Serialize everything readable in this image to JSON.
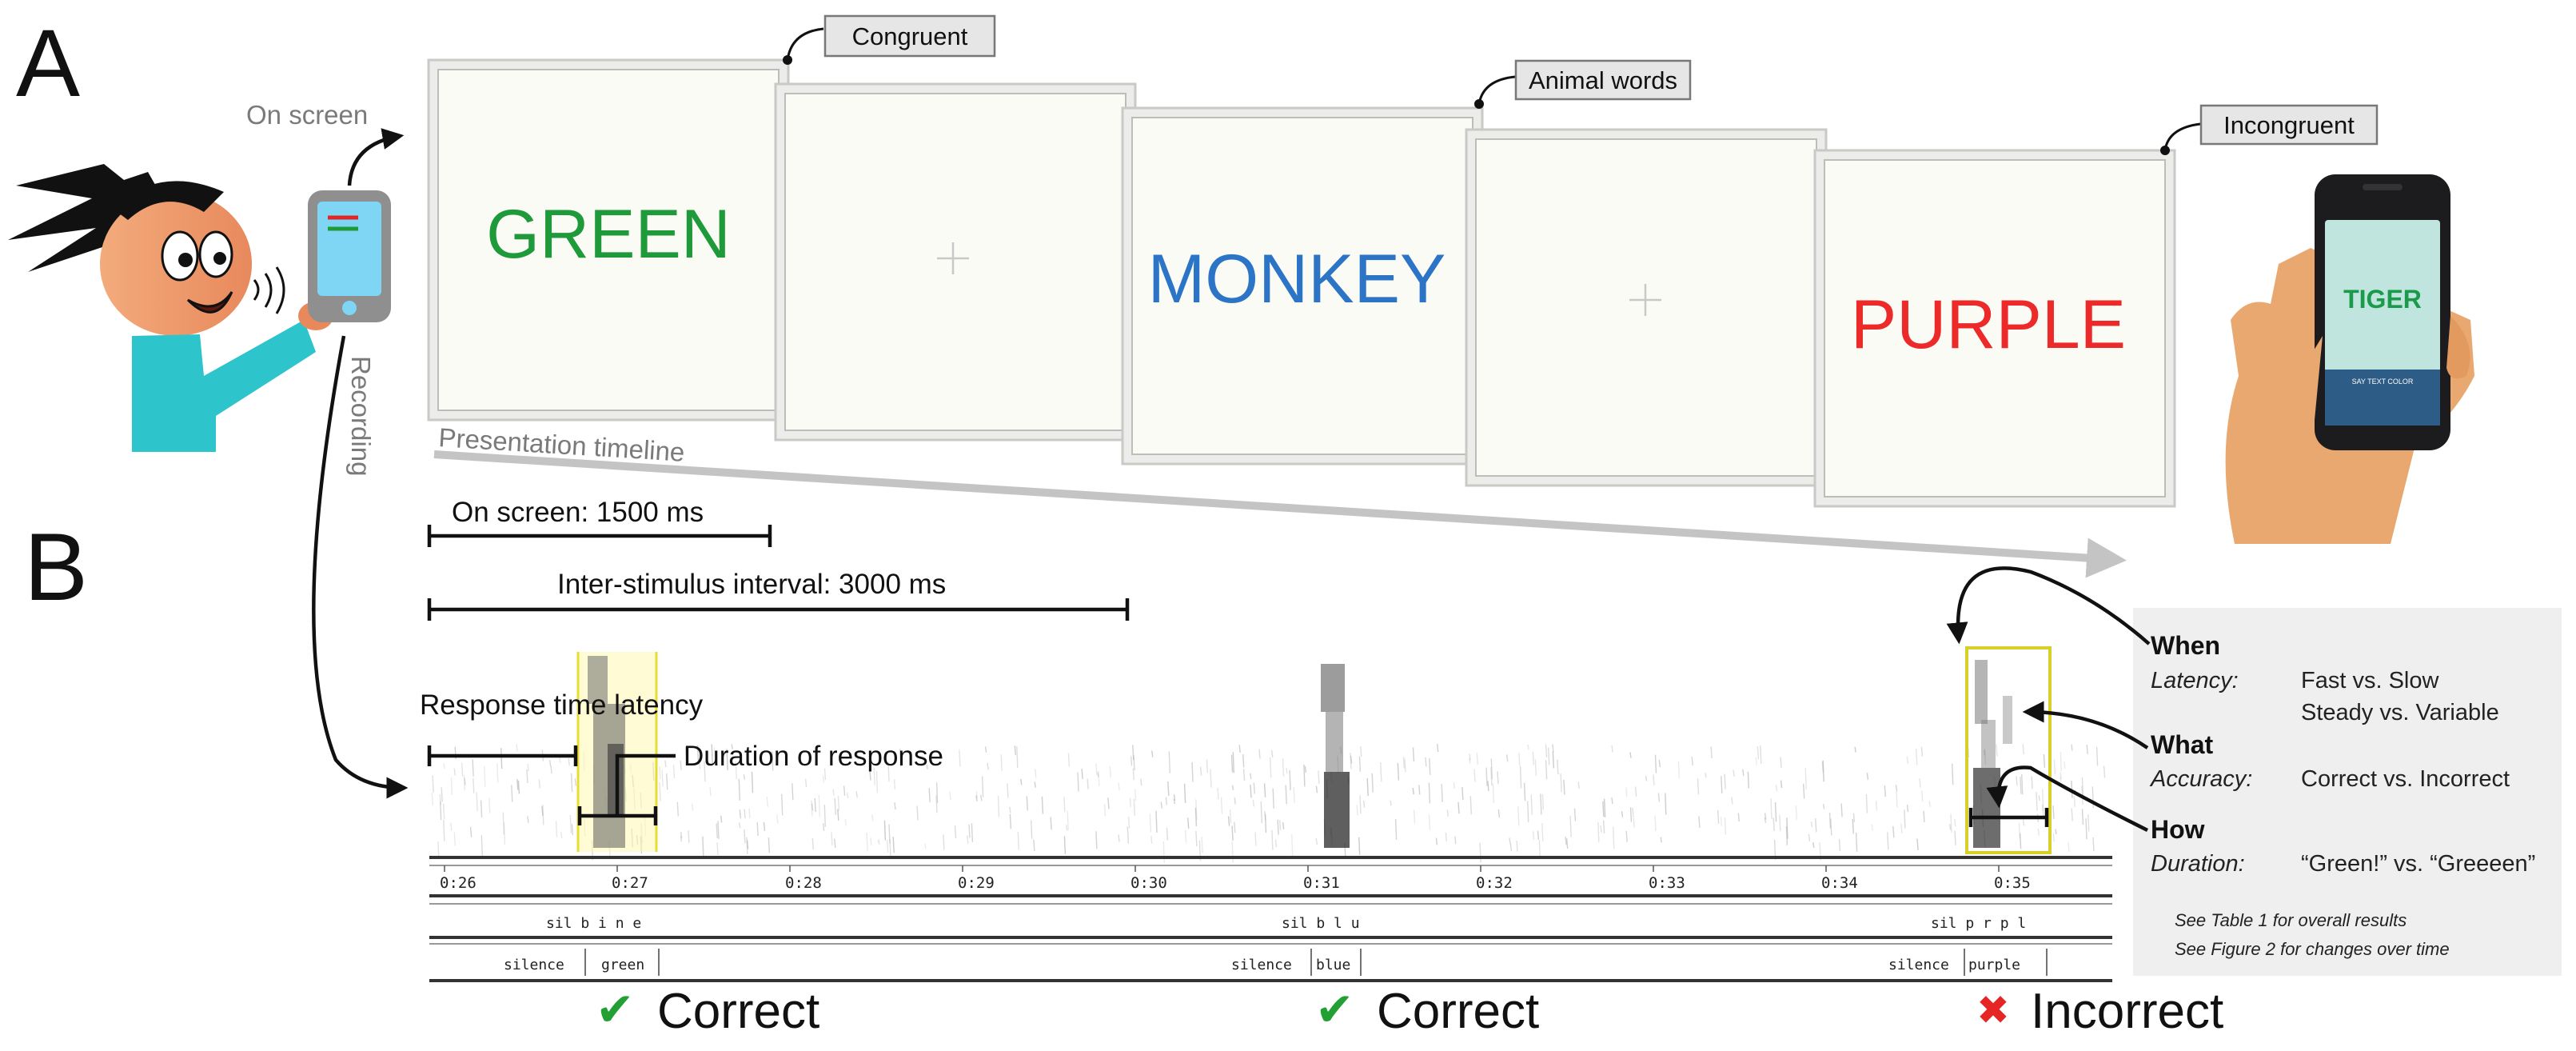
{
  "panels": {
    "a_label": "A",
    "b_label": "B"
  },
  "left": {
    "on_screen_label": "On screen",
    "recording_label": "Recording"
  },
  "stimuli": [
    {
      "word": "GREEN",
      "color": "#1f9a3a"
    },
    {
      "word": "+",
      "color": "#c8c8c8"
    },
    {
      "word": "MONKEY",
      "color": "#2b74c6"
    },
    {
      "word": "+",
      "color": "#c8c8c8"
    },
    {
      "word": "PURPLE",
      "color": "#ec2a2a"
    }
  ],
  "tags": {
    "congruent": "Congruent",
    "animal_words": "Animal words",
    "incongruent": "Incongruent"
  },
  "timeline_label": "Presentation timeline",
  "phone_screen": {
    "word": "TIGER",
    "word_color": "#1a9a4a",
    "caption": "SAY TEXT COLOR"
  },
  "timing": {
    "on_screen": "On screen: 1500 ms",
    "isi": "Inter-stimulus interval: 3000 ms",
    "response_latency": "Response time latency",
    "duration": "Duration of response"
  },
  "axis": {
    "ticks": [
      "0:26",
      "0:27",
      "0:28",
      "0:29",
      "0:30",
      "0:31",
      "0:32",
      "0:33",
      "0:34",
      "0:35"
    ]
  },
  "tiers": {
    "phones": [
      {
        "text": "sil b i n e"
      },
      {
        "text": "sil b l u"
      },
      {
        "text": "sil p r p l"
      }
    ],
    "words": [
      {
        "left": "silence",
        "right": "green"
      },
      {
        "left": "silence",
        "right": "blue"
      },
      {
        "left": "silence",
        "right": "purple"
      }
    ]
  },
  "sidebox": {
    "when_title": "When",
    "latency_label": "Latency:",
    "latency_line1": "Fast vs. Slow",
    "latency_line2": "Steady vs. Variable",
    "what_title": "What",
    "accuracy_label": "Accuracy:",
    "accuracy_value": "Correct vs. Incorrect",
    "how_title": "How",
    "duration_label": "Duration:",
    "duration_value": "“Green!” vs. “Greeeen”",
    "note1": "See Table 1 for overall results",
    "note2": "See Figure 2 for changes over time"
  },
  "results": [
    {
      "mark": "✔",
      "label": "Correct",
      "mark_color": "#22a033"
    },
    {
      "mark": "✔",
      "label": "Correct",
      "mark_color": "#22a033"
    },
    {
      "mark": "✖",
      "label": "Incorrect",
      "mark_color": "#e62525"
    }
  ]
}
